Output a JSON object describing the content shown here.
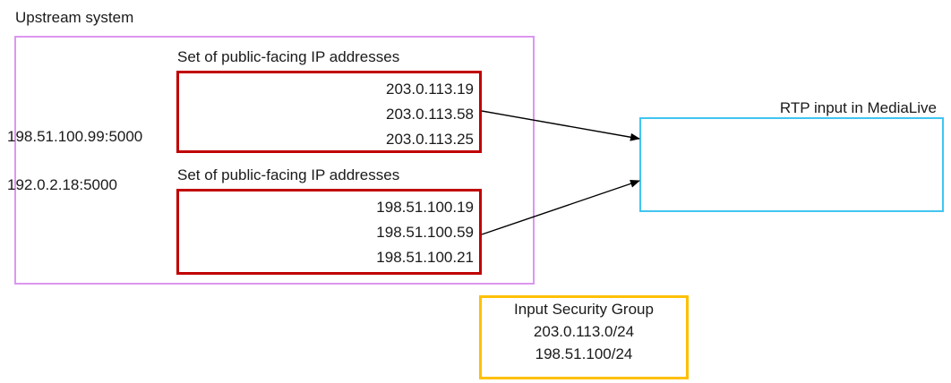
{
  "diagram": {
    "title_label": "Upstream system",
    "upstream": {
      "ip_sets": [
        {
          "heading": "Set of public-facing IP addresses",
          "addresses": [
            "203.0.113.19",
            "203.0.113.58",
            "203.0.113.25"
          ]
        },
        {
          "heading": "Set of public-facing IP addresses",
          "addresses": [
            "198.51.100.19",
            "198.51.100.59",
            "198.51.100.21"
          ]
        }
      ]
    },
    "rtp_input": {
      "label": "RTP input in MediaLive",
      "endpoints": [
        "198.51.100.99:5000",
        "192.0.2.18:5000"
      ]
    },
    "input_security_group": {
      "title": "Input Security Group",
      "cidrs": [
        "203.0.113.0/24",
        "198.51.100/24"
      ]
    },
    "colors": {
      "upstream_border": "#dd96f0",
      "ip_set_border": "#c00000",
      "rtp_border": "#41c5f0",
      "isg_border": "#ffc000",
      "arrow": "#000000",
      "text": "#1a1a1a"
    }
  }
}
